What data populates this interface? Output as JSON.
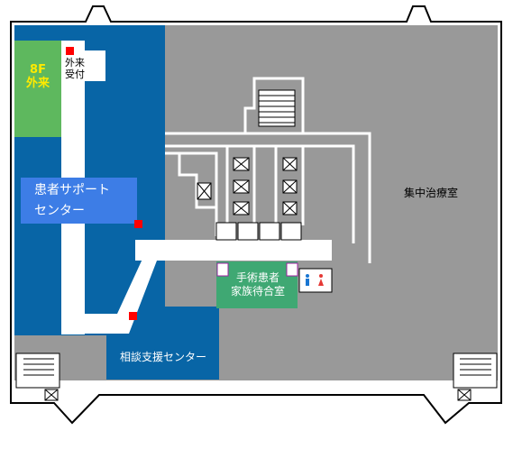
{
  "labels": {
    "floor_badge_line1": "8F",
    "floor_badge_line2": "外来",
    "reception_line1": "外来",
    "reception_line2": "受付",
    "patient_support_line1": "患者サポート",
    "patient_support_line2": "センター",
    "intensive_care": "集中治療室",
    "family_waiting_line1": "手術患者",
    "family_waiting_line2": "家族待合室",
    "consultation_center": "相談支援センター"
  },
  "colors": {
    "outpatient_blue": "#0865a6",
    "badge_green": "#5eb85e",
    "badge_text": "#ffea00",
    "support_blue": "#3d7de6",
    "family_green": "#3fa873",
    "gray_area": "#999999",
    "marker_red": "#ff0000",
    "wall_white": "#ffffff"
  },
  "icons": {
    "stairs": "stairs-icon",
    "elevator": "elevator-icon",
    "restroom": "restroom-icon",
    "phone": "phone-icon",
    "marker": "location-marker-icon"
  }
}
